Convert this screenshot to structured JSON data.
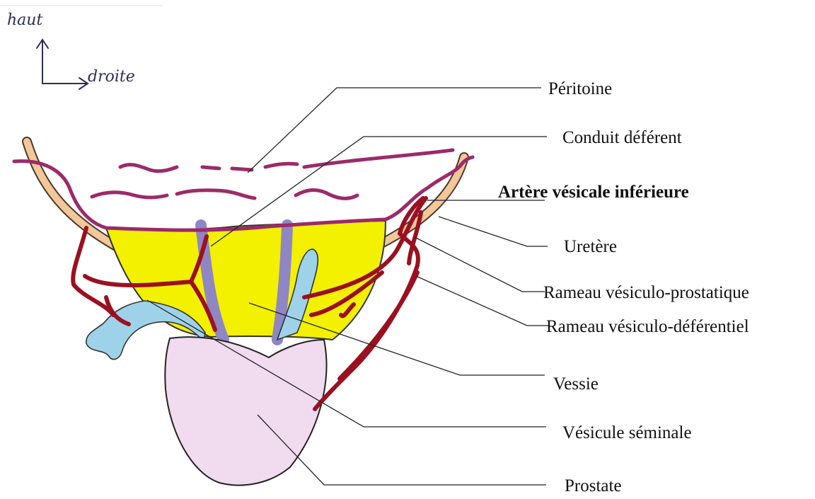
{
  "compass": {
    "up": "haut",
    "right": "droite"
  },
  "labels": {
    "peritoine": "Péritoine",
    "conduit_deferent": "Conduit déférent",
    "artere_vesicale_inferieure": "Artère vésicale inférieure",
    "uretere": "Uretère",
    "rameau_vesiculo_prostatique": "Rameau vésiculo-prostatique",
    "rameau_vesiculo_deferentiel": "Rameau vésiculo-déférentiel",
    "vessie": "Vessie",
    "vesicule_seminale": "Vésicule séminale",
    "prostate": "Prostate"
  },
  "colors": {
    "peritoneum": "#9c2a6a",
    "bladder": "#f3f000",
    "vas_deferens": "#8f86c4",
    "seminal_vesicle": "#9ed2e8",
    "prostate": "#f1dbef",
    "ureter": "#f2c79a",
    "artery": "#9b1020",
    "leader": "#222222"
  }
}
